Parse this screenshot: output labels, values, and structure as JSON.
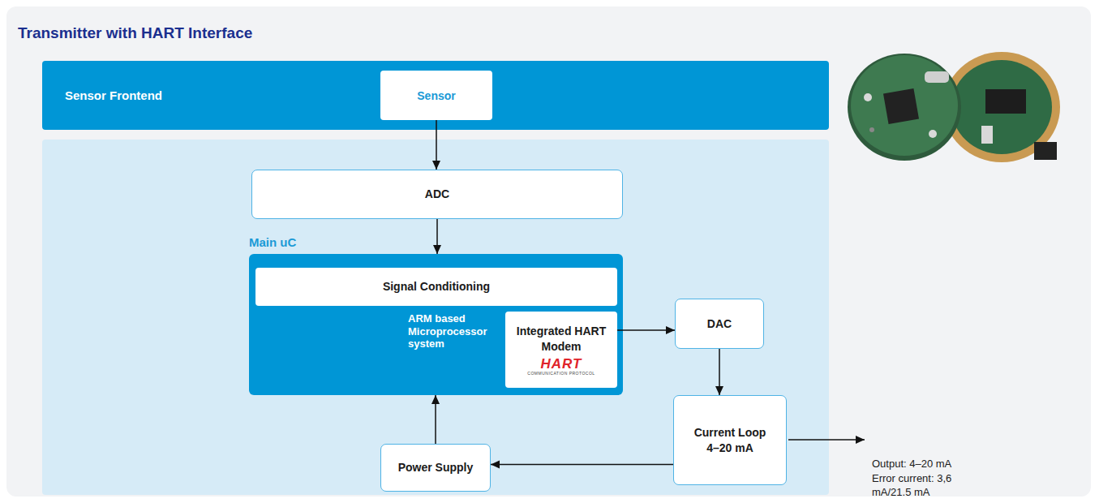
{
  "diagram": {
    "title": "Transmitter with HART Interface",
    "nodes": [
      {
        "text": [
          "Sensor Frontend"
        ]
      },
      {
        "text": [
          "Sensor"
        ],
        "in": 0
      },
      {
        "text": [
          "ADC"
        ]
      },
      {
        "text": [
          "Main uC",
          "ARM based Microprocessor system"
        ]
      },
      {
        "text": [
          "Signal Conditioning"
        ],
        "in": 3
      },
      {
        "text": [
          "Integrated HART Modem",
          "HART",
          "COMMUNICATION PROTOCOL"
        ],
        "in": 3
      },
      {
        "text": [
          "DAC"
        ]
      },
      {
        "text": [
          "Current Loop 4–20 mA"
        ]
      },
      {
        "text": [
          "Power Supply"
        ]
      }
    ],
    "edges": [
      {
        "from": 1,
        "to": 2,
        "arrow": "to"
      },
      {
        "from": 2,
        "to": 3,
        "arrow": "to"
      },
      {
        "from": 5,
        "to": 6,
        "arrow": "to"
      },
      {
        "from": 6,
        "to": 7,
        "arrow": "to"
      },
      {
        "from": 7,
        "to": 8,
        "arrow": "to"
      },
      {
        "from": 8,
        "to": 3,
        "arrow": "to"
      }
    ],
    "labels": [
      "Output: 4–20 mA",
      "Error current: 3,6 mA/21.5 mA"
    ]
  }
}
